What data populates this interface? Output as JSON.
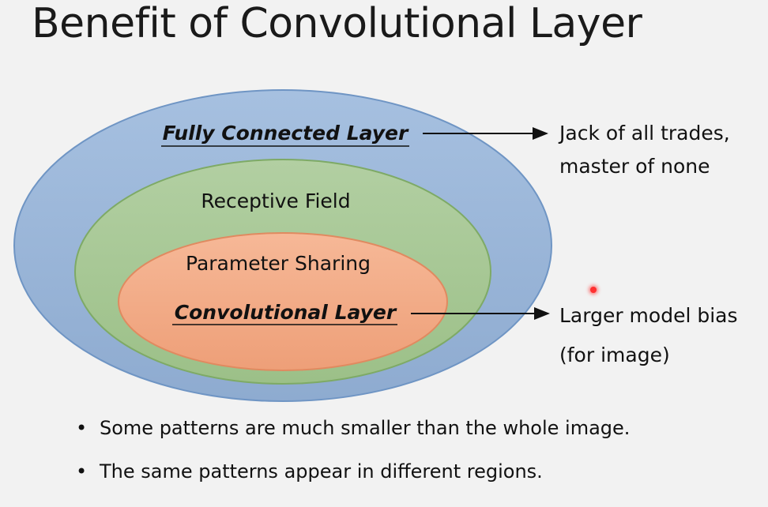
{
  "slide": {
    "title": "Benefit of Convolutional Layer"
  },
  "diagram": {
    "outer_label": "Fully Connected Layer",
    "middle_label": "Receptive Field",
    "inner_label_top": "Parameter Sharing",
    "inner_label_bottom": "Convolutional Layer",
    "annotation_top": [
      "Jack of all trades,",
      "master of none"
    ],
    "annotation_bottom": [
      "Larger model bias",
      "(for image)"
    ],
    "colors": {
      "outer_fill": "#9ab6d8",
      "outer_stroke": "#6f95c4",
      "middle_fill": "#a8c896",
      "middle_stroke": "#7eaa66",
      "inner_fill": "#f1a985",
      "inner_stroke": "#e08a60"
    }
  },
  "bullets": [
    "Some patterns are much smaller than the whole image.",
    "The same patterns appear in different regions."
  ]
}
